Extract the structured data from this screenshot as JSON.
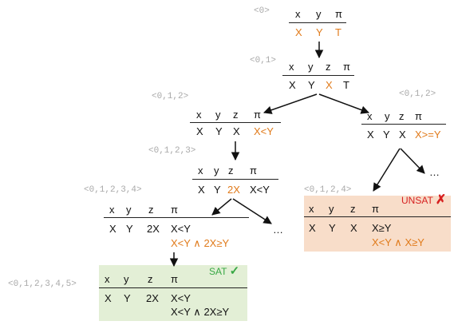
{
  "nodes": [
    {
      "id": "n0",
      "path_label": "<0>",
      "headers": [
        "x",
        "y",
        "π"
      ],
      "values": [
        "X",
        "Y",
        "T"
      ],
      "highlighted": [
        true,
        true,
        true
      ],
      "constraints": []
    },
    {
      "id": "n1",
      "path_label": "<0,1>",
      "headers": [
        "x",
        "y",
        "z",
        "π"
      ],
      "values": [
        "X",
        "Y",
        "X",
        "T"
      ],
      "highlighted": [
        false,
        false,
        true,
        false
      ],
      "constraints": []
    },
    {
      "id": "n2",
      "path_label": "<0,1,2>",
      "headers": [
        "x",
        "y",
        "z",
        "π"
      ],
      "values": [
        "X",
        "Y",
        "X",
        "X<Y"
      ],
      "highlighted": [
        false,
        false,
        false,
        true
      ],
      "constraints": []
    },
    {
      "id": "n2b",
      "path_label": "<0,1,2>",
      "headers": [
        "x",
        "y",
        "z",
        "π"
      ],
      "values": [
        "X",
        "Y",
        "X",
        "X>=Y"
      ],
      "highlighted": [
        false,
        false,
        false,
        true
      ],
      "constraints": []
    },
    {
      "id": "n3",
      "path_label": "<0,1,2,3>",
      "headers": [
        "x",
        "y",
        "z",
        "π"
      ],
      "values": [
        "X",
        "Y",
        "2X",
        "X<Y"
      ],
      "highlighted": [
        false,
        false,
        true,
        false
      ],
      "constraints": []
    },
    {
      "id": "n4",
      "path_label": "<0,1,2,3,4>",
      "headers": [
        "x",
        "y",
        "z",
        "π"
      ],
      "values": [
        "X",
        "Y",
        "2X",
        "X<Y"
      ],
      "highlighted": [
        false,
        false,
        false,
        false
      ],
      "constraints": [
        {
          "text": "X<Y ∧ 2X≥Y",
          "highlight": true
        }
      ]
    },
    {
      "id": "n4b",
      "path_label": "<0,1,2,4>",
      "headers": [
        "x",
        "y",
        "z",
        "π"
      ],
      "values": [
        "X",
        "Y",
        "X",
        "X≥Y"
      ],
      "highlighted": [
        false,
        false,
        false,
        false
      ],
      "constraints": [
        {
          "text": "X<Y ∧ X≥Y",
          "highlight": true
        }
      ],
      "status": "UNSAT",
      "status_mark": "✗"
    },
    {
      "id": "n5",
      "path_label": "<0,1,2,3,4,5>",
      "headers": [
        "x",
        "y",
        "z",
        "π"
      ],
      "values": [
        "X",
        "Y",
        "2X",
        "X<Y"
      ],
      "highlighted": [
        false,
        false,
        false,
        false
      ],
      "constraints": [
        {
          "text": "X<Y ∧ 2X≥Y",
          "highlight": false
        }
      ],
      "status": "SAT",
      "status_mark": "✓"
    }
  ],
  "ellipses": [
    "…",
    "…"
  ],
  "colors": {
    "highlight": "#e07a1a",
    "unsat_fill": "#f8ddc9",
    "sat_fill": "#e3efd6",
    "unsat_text": "#d62020",
    "sat_text": "#39a845",
    "path_label": "#a9a9a9"
  }
}
